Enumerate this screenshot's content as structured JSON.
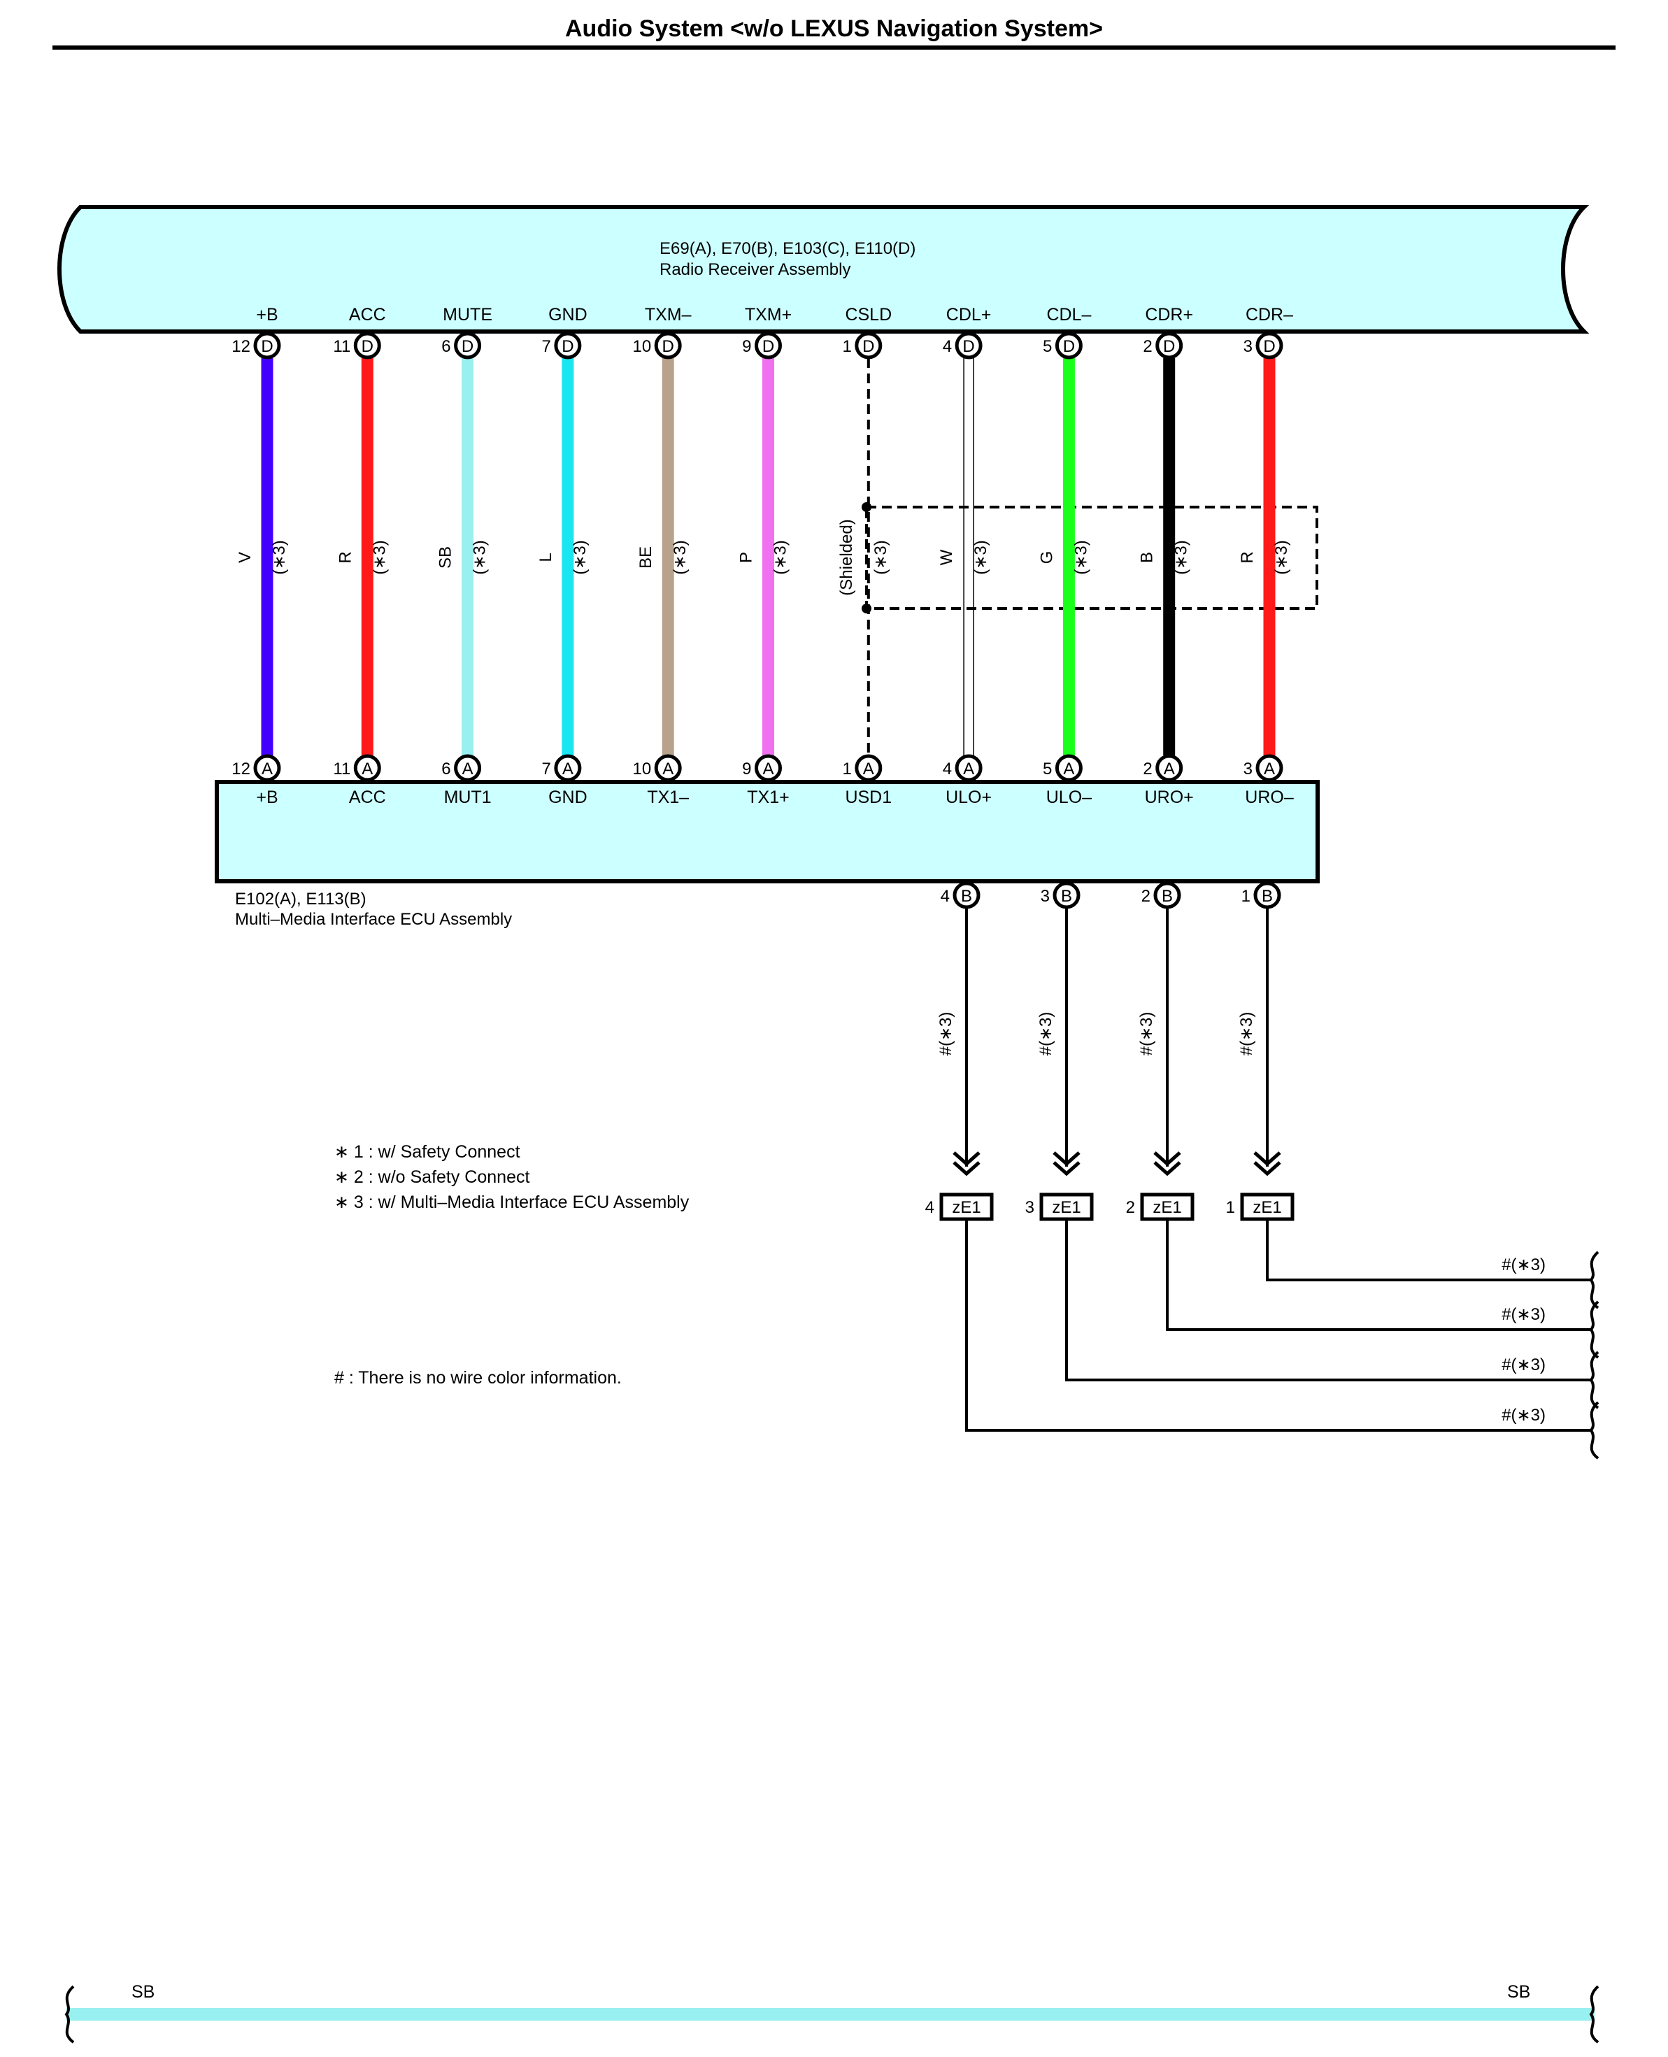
{
  "title": "Audio System <w/o LEXUS Navigation System>",
  "top_component": {
    "connectors": "E69(A), E70(B), E103(C), E110(D)",
    "name": "Radio Receiver Assembly"
  },
  "bottom_component": {
    "connectors": "E102(A), E113(B)",
    "name": "Multi–Media Interface ECU Assembly"
  },
  "wires": [
    {
      "top_label": "+B",
      "top_pin": "12",
      "top_conn": "D",
      "color_code": "V",
      "color": "#4400ff",
      "note": "(∗3)",
      "bottom_pin": "12",
      "bottom_conn": "A",
      "bottom_label": "+B"
    },
    {
      "top_label": "ACC",
      "top_pin": "11",
      "top_conn": "D",
      "color_code": "R",
      "color": "#ff1a1a",
      "note": "(∗3)",
      "bottom_pin": "11",
      "bottom_conn": "A",
      "bottom_label": "ACC"
    },
    {
      "top_label": "MUTE",
      "top_pin": "6",
      "top_conn": "D",
      "color_code": "SB",
      "color": "#99f0f0",
      "note": "(∗3)",
      "bottom_pin": "6",
      "bottom_conn": "A",
      "bottom_label": "MUT1"
    },
    {
      "top_label": "GND",
      "top_pin": "7",
      "top_conn": "D",
      "color_code": "L",
      "color": "#1ae6f0",
      "note": "(∗3)",
      "bottom_pin": "7",
      "bottom_conn": "A",
      "bottom_label": "GND"
    },
    {
      "top_label": "TXM–",
      "top_pin": "10",
      "top_conn": "D",
      "color_code": "BE",
      "color": "#b8a28c",
      "note": "(∗3)",
      "bottom_pin": "10",
      "bottom_conn": "A",
      "bottom_label": "TX1–"
    },
    {
      "top_label": "TXM+",
      "top_pin": "9",
      "top_conn": "D",
      "color_code": "P",
      "color": "#f070f0",
      "note": "(∗3)",
      "bottom_pin": "9",
      "bottom_conn": "A",
      "bottom_label": "TX1+"
    },
    {
      "top_label": "CSLD",
      "top_pin": "1",
      "top_conn": "D",
      "color_code": "(Shielded)",
      "color": "#000000",
      "note": "(∗3)",
      "bottom_pin": "1",
      "bottom_conn": "A",
      "bottom_label": "USD1"
    },
    {
      "top_label": "CDL+",
      "top_pin": "4",
      "top_conn": "D",
      "color_code": "W",
      "color": "#ffffff",
      "note": "(∗3)",
      "bottom_pin": "4",
      "bottom_conn": "A",
      "bottom_label": "ULO+"
    },
    {
      "top_label": "CDL–",
      "top_pin": "5",
      "top_conn": "D",
      "color_code": "G",
      "color": "#1aff1a",
      "note": "(∗3)",
      "bottom_pin": "5",
      "bottom_conn": "A",
      "bottom_label": "ULO–"
    },
    {
      "top_label": "CDR+",
      "top_pin": "2",
      "top_conn": "D",
      "color_code": "B",
      "color": "#000000",
      "note": "(∗3)",
      "bottom_pin": "2",
      "bottom_conn": "A",
      "bottom_label": "URO+"
    },
    {
      "top_label": "CDR–",
      "top_pin": "3",
      "top_conn": "D",
      "color_code": "R",
      "color": "#ff1a1a",
      "note": "(∗3)",
      "bottom_pin": "3",
      "bottom_conn": "A",
      "bottom_label": "URO–"
    }
  ],
  "output_wires": [
    {
      "pin": "4",
      "conn": "B",
      "note": "#(∗3)",
      "junction_pin": "4",
      "junction": "zE1",
      "right_note": "#(∗3)"
    },
    {
      "pin": "3",
      "conn": "B",
      "note": "#(∗3)",
      "junction_pin": "3",
      "junction": "zE1",
      "right_note": "#(∗3)"
    },
    {
      "pin": "2",
      "conn": "B",
      "note": "#(∗3)",
      "junction_pin": "2",
      "junction": "zE1",
      "right_note": "#(∗3)"
    },
    {
      "pin": "1",
      "conn": "B",
      "note": "#(∗3)",
      "junction_pin": "1",
      "junction": "zE1",
      "right_note": "#(∗3)"
    }
  ],
  "notes": [
    "∗ 1 : w/ Safety Connect",
    "∗ 2 : w/o Safety Connect",
    "∗ 3 : w/ Multi–Media Interface ECU Assembly"
  ],
  "hash_note": "# : There is no wire color information.",
  "bottom_bus": {
    "left_label": "SB",
    "right_label": "SB",
    "color": "#99f0f0"
  },
  "colors": {
    "component_fill": "#ccffff",
    "bus": "#99f0f0"
  }
}
